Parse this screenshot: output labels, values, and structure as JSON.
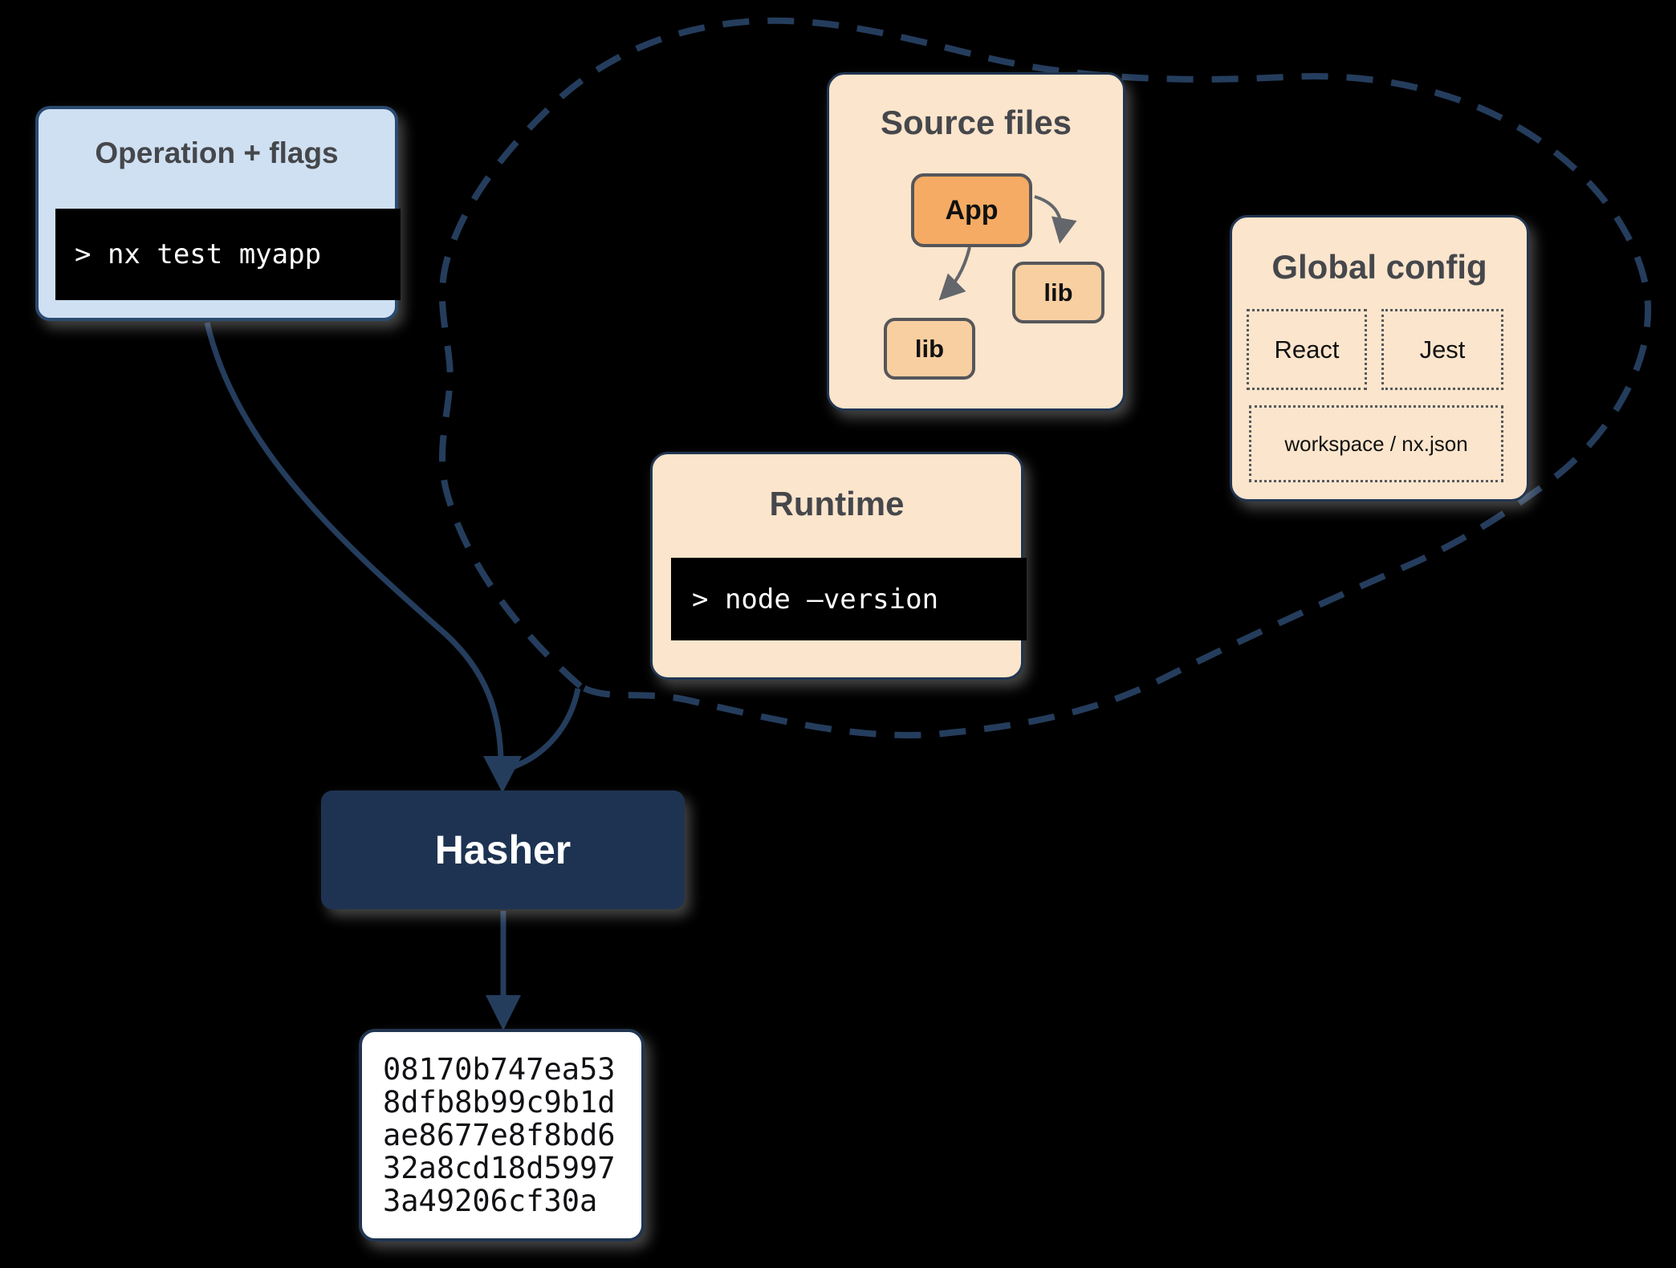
{
  "operation": {
    "title": "Operation + flags",
    "command": "> nx test myapp"
  },
  "source_files": {
    "title": "Source files",
    "app_label": "App",
    "lib_right_label": "lib",
    "lib_left_label": "lib"
  },
  "global_config": {
    "title": "Global config",
    "react_label": "React",
    "jest_label": "Jest",
    "workspace_label": "workspace / nx.json"
  },
  "runtime": {
    "title": "Runtime",
    "command": "> node –version"
  },
  "hasher": {
    "label": "Hasher"
  },
  "hash_output": {
    "lines": [
      "08170b747ea53",
      "8dfb8b99c9b1d",
      "ae8677e8f8bd6",
      "32a8cd18d5997",
      "3a49206cf30a"
    ]
  },
  "colors": {
    "navy": "#243c5c",
    "hasher_bg": "#1e3352",
    "peach": "#fbe5cc",
    "light_blue": "#cfe0f2",
    "app_orange": "#f5ab63",
    "lib_orange": "#f8cfa1",
    "terminal_bg": "#000000",
    "title_gray": "#45474b"
  }
}
